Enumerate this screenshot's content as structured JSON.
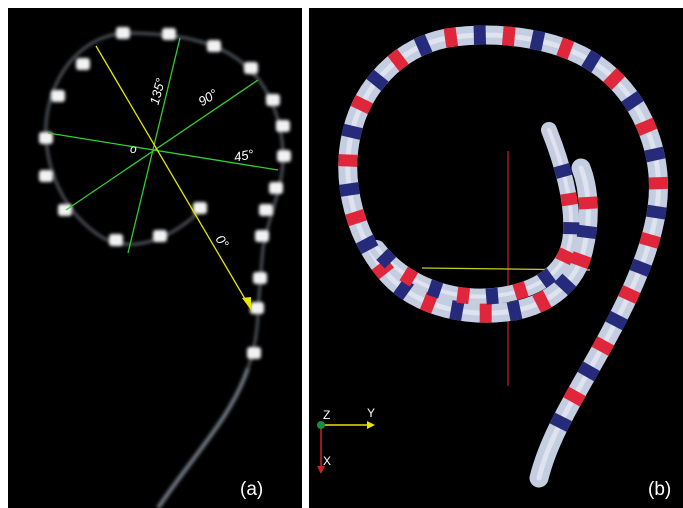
{
  "panel_a": {
    "label": "(a)",
    "origin_label": "o",
    "angle_labels": [
      "135°",
      "90°",
      "45°",
      "0°"
    ]
  },
  "panel_b": {
    "label": "(b)",
    "axes": {
      "z": "Z",
      "y": "Y",
      "x": "X"
    }
  },
  "colors": {
    "background": "#000000",
    "blocked_lines": "#33cc33",
    "arrow": "#e6e600",
    "tube": "#c5cde0",
    "marker_red": "#e0263a",
    "marker_blue": "#262a7a",
    "crosshair_vertical": "#cc2222",
    "crosshair_horizontal": "#cccc22"
  }
}
